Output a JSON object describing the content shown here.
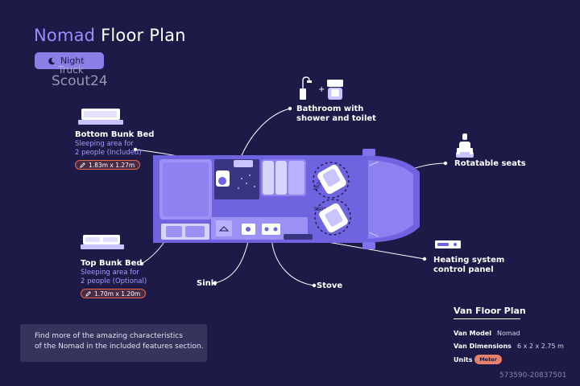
{
  "header": {
    "title_accent": "Nomad",
    "title_rest": " Floor Plan"
  },
  "mode_toggle": {
    "label": "Night"
  },
  "watermark": {
    "line1": "Truck",
    "line2": "Scout24"
  },
  "callouts": {
    "bottom_bunk": {
      "title": "Bottom Bunk Bed",
      "desc1": "Sleeping area for",
      "desc2": "2 people (Included)",
      "size": "1.83m x 1.27m"
    },
    "top_bunk": {
      "title": "Top Bunk Bed",
      "desc1": "Sleeping area for",
      "desc2": "2 people (Optional)",
      "size": "1.70m x 1.20m"
    },
    "bathroom": {
      "line1": "Bathroom with",
      "line2": "shower and toilet"
    },
    "seats": {
      "label": "Rotatable seats"
    },
    "heating": {
      "line1": "Heating system",
      "line2": "control panel"
    },
    "sink": {
      "label": "Sink"
    },
    "stove": {
      "label": "Stove"
    }
  },
  "plan_marks": {
    "plus": "+",
    "rot_top": "360°",
    "rot_bottom": "360°"
  },
  "info_box": {
    "line1": "Find more of the amazing characteristics",
    "line2": "of the Nomad in the included features section."
  },
  "specs": {
    "title": "Van Floor Plan",
    "model_label": "Van Model",
    "model_value": "Nomad",
    "dims_label": "Van Dimensions",
    "dims_value": "6 x 2 x 2.75 m",
    "units_label": "Units",
    "units_value": "Meter"
  },
  "stock_id": "573590-20837501",
  "colors": {
    "background": "#1d1a47",
    "accent": "#9d8cff",
    "van": "#7f74ee",
    "van_light": "#c9c3ff",
    "badge": "#e66a47"
  }
}
